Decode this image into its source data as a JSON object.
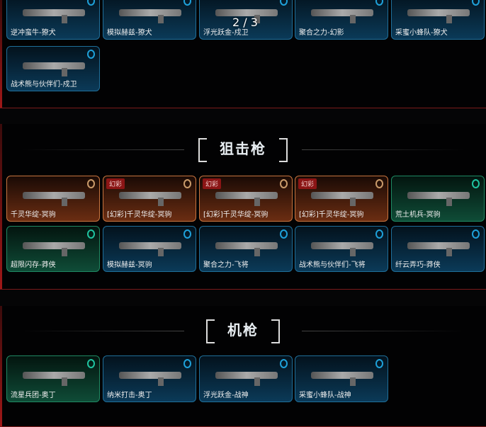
{
  "pager": "2 / 3",
  "rifles": [
    {
      "name": "逆冲蛮牛-獠犬",
      "rarity": "blue"
    },
    {
      "name": "模拟赫兹-獠犬",
      "rarity": "blue"
    },
    {
      "name": "浮光跃金-戍卫",
      "rarity": "blue"
    },
    {
      "name": "聚合之力-幻影",
      "rarity": "blue"
    },
    {
      "name": "采蜜小蜂队-獠犬",
      "rarity": "blue"
    },
    {
      "name": "战术熊与伙伴们-戍卫",
      "rarity": "blue"
    }
  ],
  "sniper_title": "狙击枪",
  "snipers": [
    {
      "name": "千灵华绽-冥驹",
      "rarity": "orange"
    },
    {
      "name": "[幻彩]千灵华绽-冥驹",
      "rarity": "orange",
      "tag": "幻彩"
    },
    {
      "name": "[幻彩]千灵华绽-冥驹",
      "rarity": "orange",
      "tag": "幻彩"
    },
    {
      "name": "[幻彩]千灵华绽-冥驹",
      "rarity": "orange",
      "tag": "幻彩"
    },
    {
      "name": "荒土机兵-冥驹",
      "rarity": "green"
    },
    {
      "name": "超限闪存-莽侠",
      "rarity": "green"
    },
    {
      "name": "模拟赫兹-冥驹",
      "rarity": "blue"
    },
    {
      "name": "聚合之力-飞将",
      "rarity": "blue"
    },
    {
      "name": "战术熊与伙伴们-飞将",
      "rarity": "blue"
    },
    {
      "name": "纤云弄巧-莽侠",
      "rarity": "blue"
    }
  ],
  "mg_title": "机枪",
  "mgs": [
    {
      "name": "流星兵团-奥丁",
      "rarity": "green"
    },
    {
      "name": "纳米打击-奥丁",
      "rarity": "blue"
    },
    {
      "name": "浮光跃金-战神",
      "rarity": "blue"
    },
    {
      "name": "采蜜小蜂队-战神",
      "rarity": "blue"
    }
  ]
}
